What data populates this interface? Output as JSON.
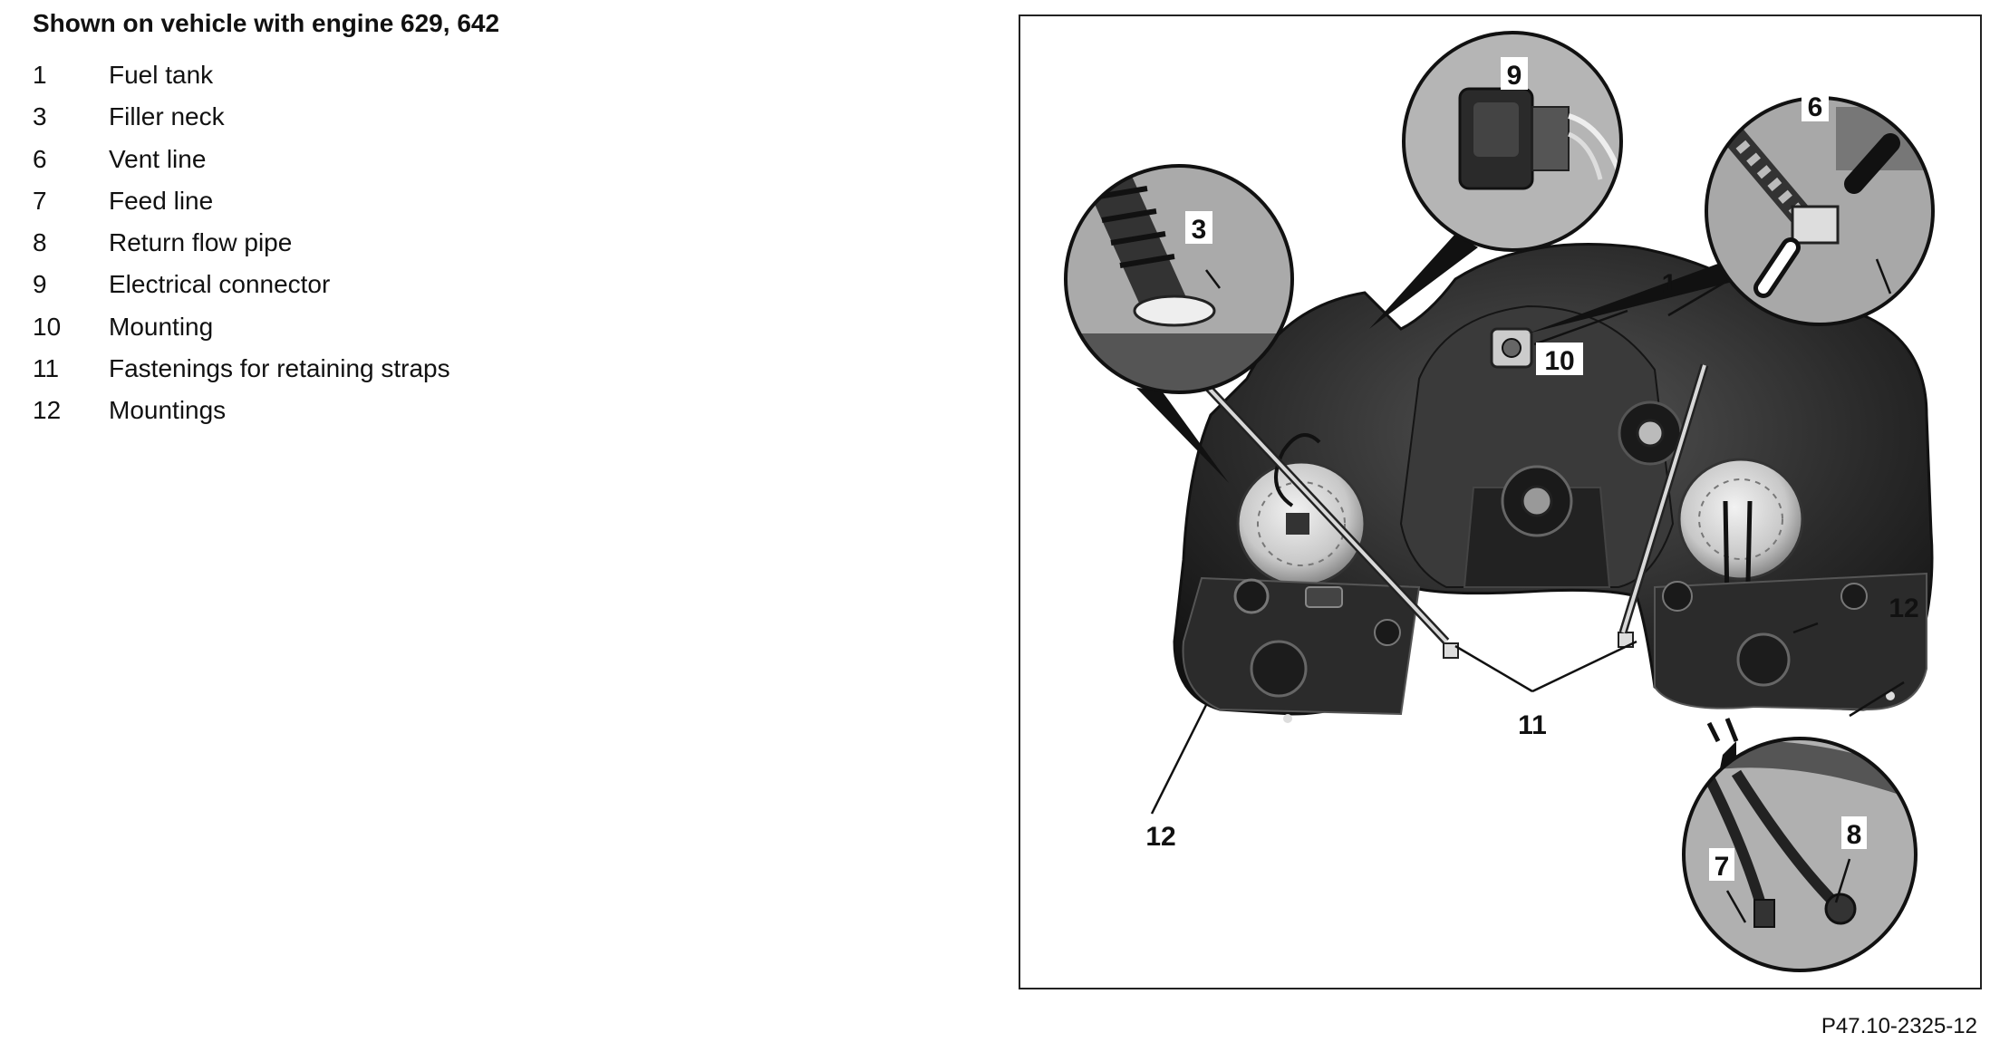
{
  "caption": "Shown on vehicle with engine 629, 642",
  "legend": [
    {
      "number": "1",
      "label": "Fuel tank"
    },
    {
      "number": "3",
      "label": "Filler neck"
    },
    {
      "number": "6",
      "label": "Vent line"
    },
    {
      "number": "7",
      "label": "Feed line"
    },
    {
      "number": "8",
      "label": "Return flow pipe"
    },
    {
      "number": "9",
      "label": "Electrical connector"
    },
    {
      "number": "10",
      "label": "Mounting"
    },
    {
      "number": "11",
      "label": "Fastenings for retaining straps"
    },
    {
      "number": "12",
      "label": "Mountings"
    }
  ],
  "figure": {
    "callouts": [
      "9",
      "6",
      "3",
      "1",
      "10",
      "12",
      "11",
      "12",
      "7",
      "8"
    ]
  },
  "reference": "P47.10-2325-12"
}
